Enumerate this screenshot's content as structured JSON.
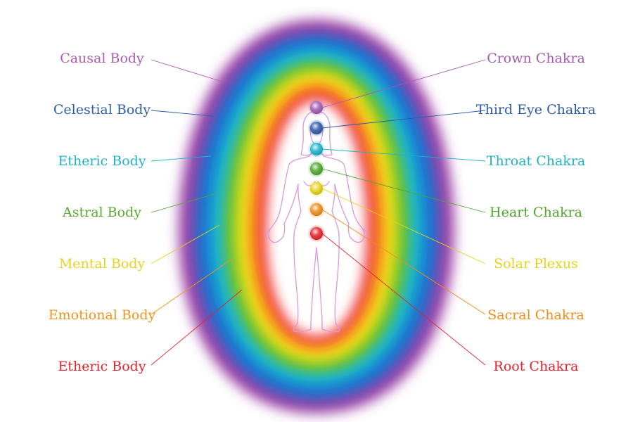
{
  "bodies": [
    {
      "label": "Causal Body",
      "color": "#b05bb0"
    },
    {
      "label": "Celestial Body",
      "color": "#2f5fa6"
    },
    {
      "label": "Etheric Body",
      "color": "#1fb3c9"
    },
    {
      "label": "Astral Body",
      "color": "#58a832"
    },
    {
      "label": "Mental Body",
      "color": "#e6d31e"
    },
    {
      "label": "Emotional Body",
      "color": "#f0941c"
    },
    {
      "label": "Etheric Body",
      "color": "#e3222a"
    }
  ],
  "chakras": [
    {
      "label": "Crown Chakra",
      "color": "#a05bb2"
    },
    {
      "label": "Third Eye Chakra",
      "color": "#2e5aa8"
    },
    {
      "label": "Throat Chakra",
      "color": "#1fb3c9"
    },
    {
      "label": "Heart Chakra",
      "color": "#4fa62c"
    },
    {
      "label": "Solar Plexus",
      "color": "#e8d31a"
    },
    {
      "label": "Sacral Chakra",
      "color": "#f08c1a"
    },
    {
      "label": "Root Chakra",
      "color": "#e3222a"
    }
  ],
  "aura_layers": [
    "#9b3fa6",
    "#1e6fcf",
    "#18b8d6",
    "#6cc12a",
    "#f3e41a",
    "#f7a11a",
    "#ee2027"
  ]
}
